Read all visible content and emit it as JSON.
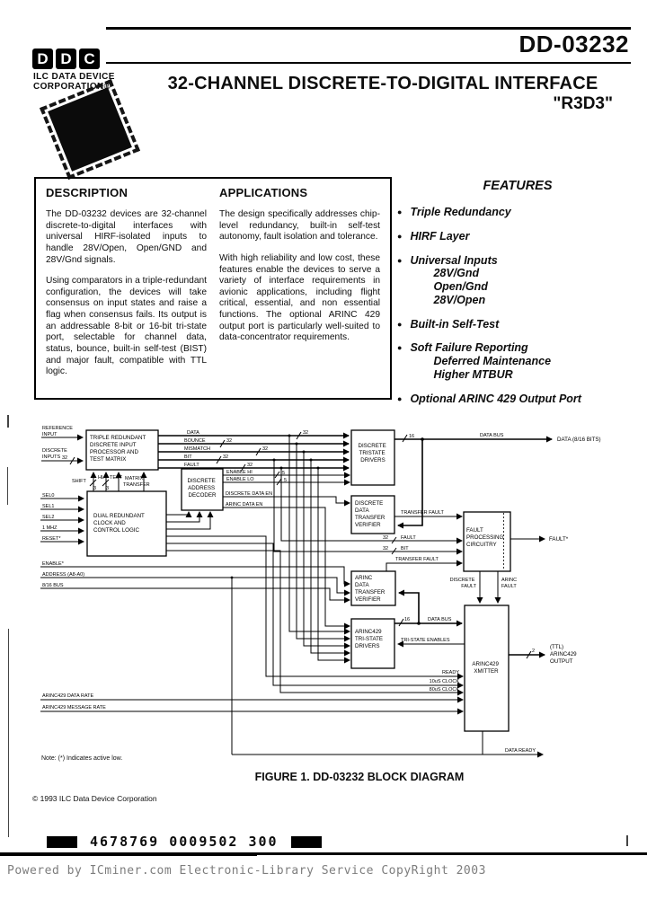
{
  "header": {
    "logo_letters": [
      "D",
      "D",
      "C"
    ],
    "company_line1": "ILC DATA DEVICE",
    "company_line2": "CORPORATION®",
    "part_number": "DD-03232",
    "title": "32-CHANNEL DISCRETE-TO-DIGITAL INTERFACE",
    "subtitle": "\"R3D3\""
  },
  "description": {
    "heading": "DESCRIPTION",
    "para1": "The DD-03232 devices are 32-channel discrete-to-digital interfaces with universal HIRF-isolated inputs to handle 28V/Open, Open/GND and 28V/Gnd signals.",
    "para2": "Using comparators in a triple-redundant configuration, the devices will take consensus on input states and raise a flag when consensus fails. Its output is an addressable 8-bit or 16-bit tri-state port, selectable for channel data, status, bounce, built-in self-test (BIST) and major fault, compatible with TTL logic."
  },
  "applications": {
    "heading": "APPLICATIONS",
    "para1": "The design specifically addresses chip-level redundancy, built-in self-test autonomy, fault isolation and tolerance.",
    "para2": "With high reliability and low cost, these features enable the devices to serve a variety of interface requirements in avionic applications, including flight critical, essential, and non essential functions. The optional ARINC 429 output port is particularly well-suited to data-concentrator requirements."
  },
  "features": {
    "heading": "FEATURES",
    "items": [
      {
        "label": "Triple Redundancy"
      },
      {
        "label": "HIRF Layer"
      },
      {
        "label": "Universal Inputs",
        "sub0": "28V/Gnd",
        "sub1": "Open/Gnd",
        "sub2": "28V/Open"
      },
      {
        "label": "Built-in Self-Test"
      },
      {
        "label": "Soft Failure Reporting",
        "sub0": "Deferred Maintenance",
        "sub1": "Higher MTBUR"
      },
      {
        "label": "Optional ARINC 429 Output Port"
      }
    ]
  },
  "diagram": {
    "caption": "FIGURE 1.  DD-03232 BLOCK DIAGRAM",
    "note": "Note: (*) Indicates active low.",
    "blocks": {
      "matrix": [
        "TRIPLE REDUNDANT",
        "DISCRETE INPUT",
        "PROCESSOR AND",
        "TEST MATRIX"
      ],
      "clock": [
        "DUAL REDUNDANT",
        "CLOCK AND",
        "CONTROL LOGIC"
      ],
      "decoder": [
        "DISCRETE",
        "ADDRESS",
        "DECODER"
      ],
      "disc_drivers": [
        "DISCRETE",
        "TRISTATE",
        "DRIVERS"
      ],
      "disc_verifier": [
        "DISCRETE",
        "DATA",
        "TRANSFER",
        "VERIFIER"
      ],
      "fault_proc": [
        "FAULT",
        "PROCESSING",
        "CIRCUITRY"
      ],
      "arinc_verifier": [
        "ARINC",
        "DATA",
        "TRANSFER",
        "VERIFIER"
      ],
      "arinc_drivers": [
        "ARINC429",
        "TRI-STATE",
        "DRIVERS"
      ],
      "xmitter": [
        "ARINC429",
        "XMITTER"
      ]
    },
    "signals": {
      "reference_input": [
        "REFERENCE",
        "INPUT"
      ],
      "discrete_inputs": [
        "DISCRETE",
        "INPUTS"
      ],
      "sel0": "SEL0",
      "sel1": "SEL1",
      "sel2": "SEL2",
      "mhz": "1 MHZ",
      "reset": "RESET*",
      "enable": "ENABLE*",
      "address": "ADDRESS (A8-A0)",
      "bus816": "8/16 BUS",
      "shift": "SHIFT",
      "hl": "HL",
      "test": "TEST",
      "matrix_transfer": [
        "MATRIX",
        "TRANSFER"
      ],
      "w3": "3",
      "w32": "32",
      "w5": "5",
      "w16": "16",
      "w2": "2",
      "data": "DATA",
      "bounce": "BOUNCE",
      "mismatch": "MISMATCH",
      "bit": "BIT",
      "fault": "FAULT",
      "enable_hi": "ENABLE HI",
      "enable_lo": "ENABLE LO",
      "discrete_data_en": "DISCRETE DATA EN",
      "arinc_data_en": "ARINC DATA EN",
      "data_bus": "DATA BUS",
      "data_out": "DATA (8/16 BITS)",
      "transfer_fault": "TRANSFER FAULT",
      "fault_out": "FAULT*",
      "discrete_fault": [
        "DISCRETE",
        "FAULT"
      ],
      "arinc_fault": [
        "ARINC",
        "FAULT"
      ],
      "tri_state_enables": "TRI-STATE ENABLES",
      "ready": "READY",
      "clock10": "10uS CLOCK",
      "clock80": "80uS CLOCK",
      "arinc_data_rate": "ARINC429 DATA RATE",
      "arinc_message_rate": "ARINC429 MESSAGE RATE",
      "ttl_out": [
        "(TTL)",
        "ARINC429",
        "OUTPUT"
      ],
      "data_ready": "DATA READY"
    }
  },
  "footer": {
    "copyright": "© 1993 ILC Data Device Corporation",
    "barcode_text": "4678769 0009502 300",
    "watermark": "Powered by ICminer.com Electronic-Library Service CopyRight 2003"
  }
}
